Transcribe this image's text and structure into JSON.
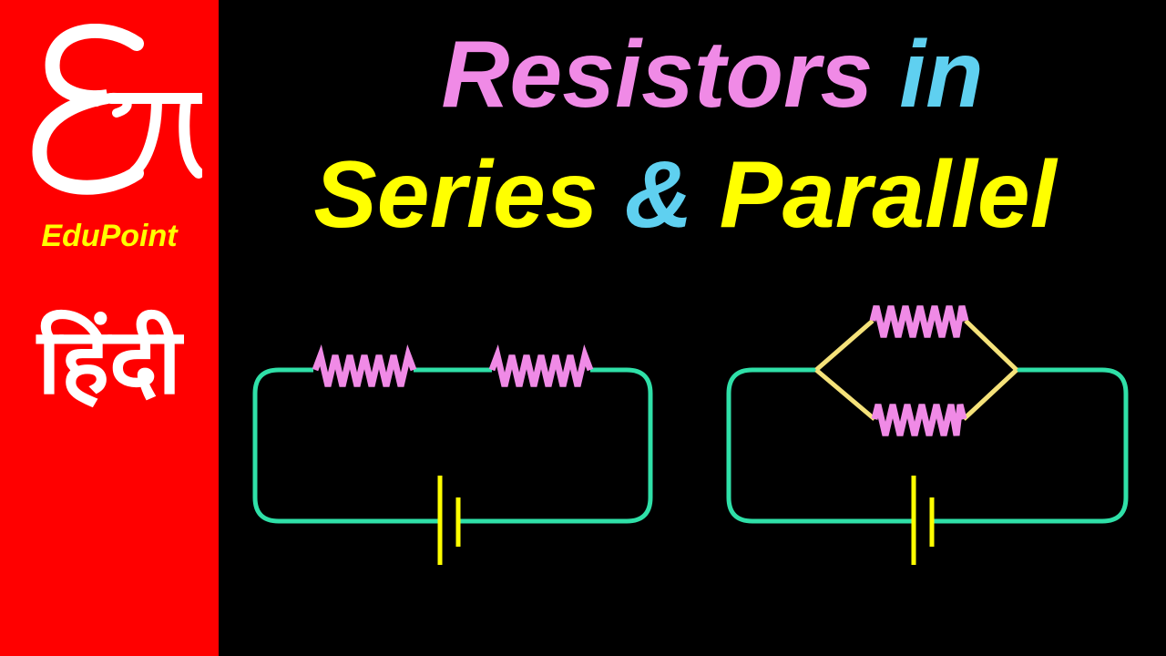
{
  "sidebar": {
    "background": "#ff0000",
    "logo_icon": "e-pi-logo-icon",
    "brand_name": "EduPoint",
    "language_label": "हिंदी"
  },
  "title": {
    "line1_word1": "Resistors",
    "line1_word2": "in",
    "line2_word1": "Series",
    "line2_word2": "&",
    "line2_word3": "Parallel"
  },
  "colors": {
    "pink": "#f08ae6",
    "cyan": "#5fd0f0",
    "yellow": "#ffff00",
    "wire": "#2fe0a8",
    "branch": "#f5e27a",
    "white": "#ffffff"
  },
  "circuits": {
    "series": {
      "resistor_count": 2,
      "battery_count": 1
    },
    "parallel": {
      "resistor_count": 2,
      "battery_count": 1
    }
  }
}
